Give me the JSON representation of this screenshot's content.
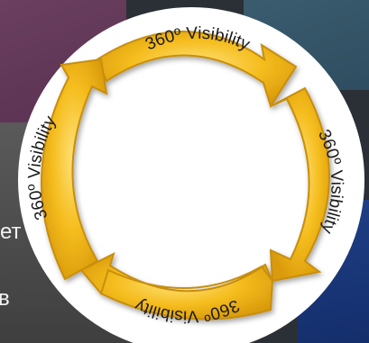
{
  "diagram": {
    "segments": [
      {
        "label": "360º Visibility"
      },
      {
        "label": "360º Visibility"
      },
      {
        "label": "360º Visibility"
      },
      {
        "label": "360º Visibility"
      }
    ],
    "colors": {
      "segment_fill": "#f0b818",
      "segment_edge": "#c88e08",
      "ring_white": "#ffffff"
    }
  },
  "background": {
    "text_fragments": [
      "ет",
      "в"
    ]
  }
}
